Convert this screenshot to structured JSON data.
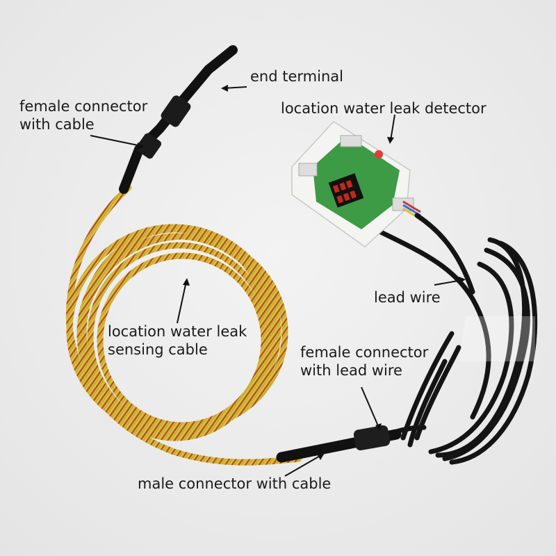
{
  "labels": {
    "end_terminal": "end terminal",
    "female_connector_cable": [
      "female connector",
      "with cable"
    ],
    "detector": "location water leak detector",
    "lead_wire": "lead wire",
    "sensing_cable": [
      "location water leak",
      "sensing cable"
    ],
    "female_connector_lead": [
      "female connector",
      "with lead wire"
    ],
    "male_connector": "male connector with cable"
  },
  "colors": {
    "background": "#eeeeee",
    "sensing_cable_yellow": "#d9c23a",
    "sensing_cable_red": "#b44a2a",
    "lead_wire_black": "#111111",
    "pcb_green": "#3d9a45",
    "housing_white": "#f4f4f2",
    "label_text": "#1a1a1a"
  }
}
